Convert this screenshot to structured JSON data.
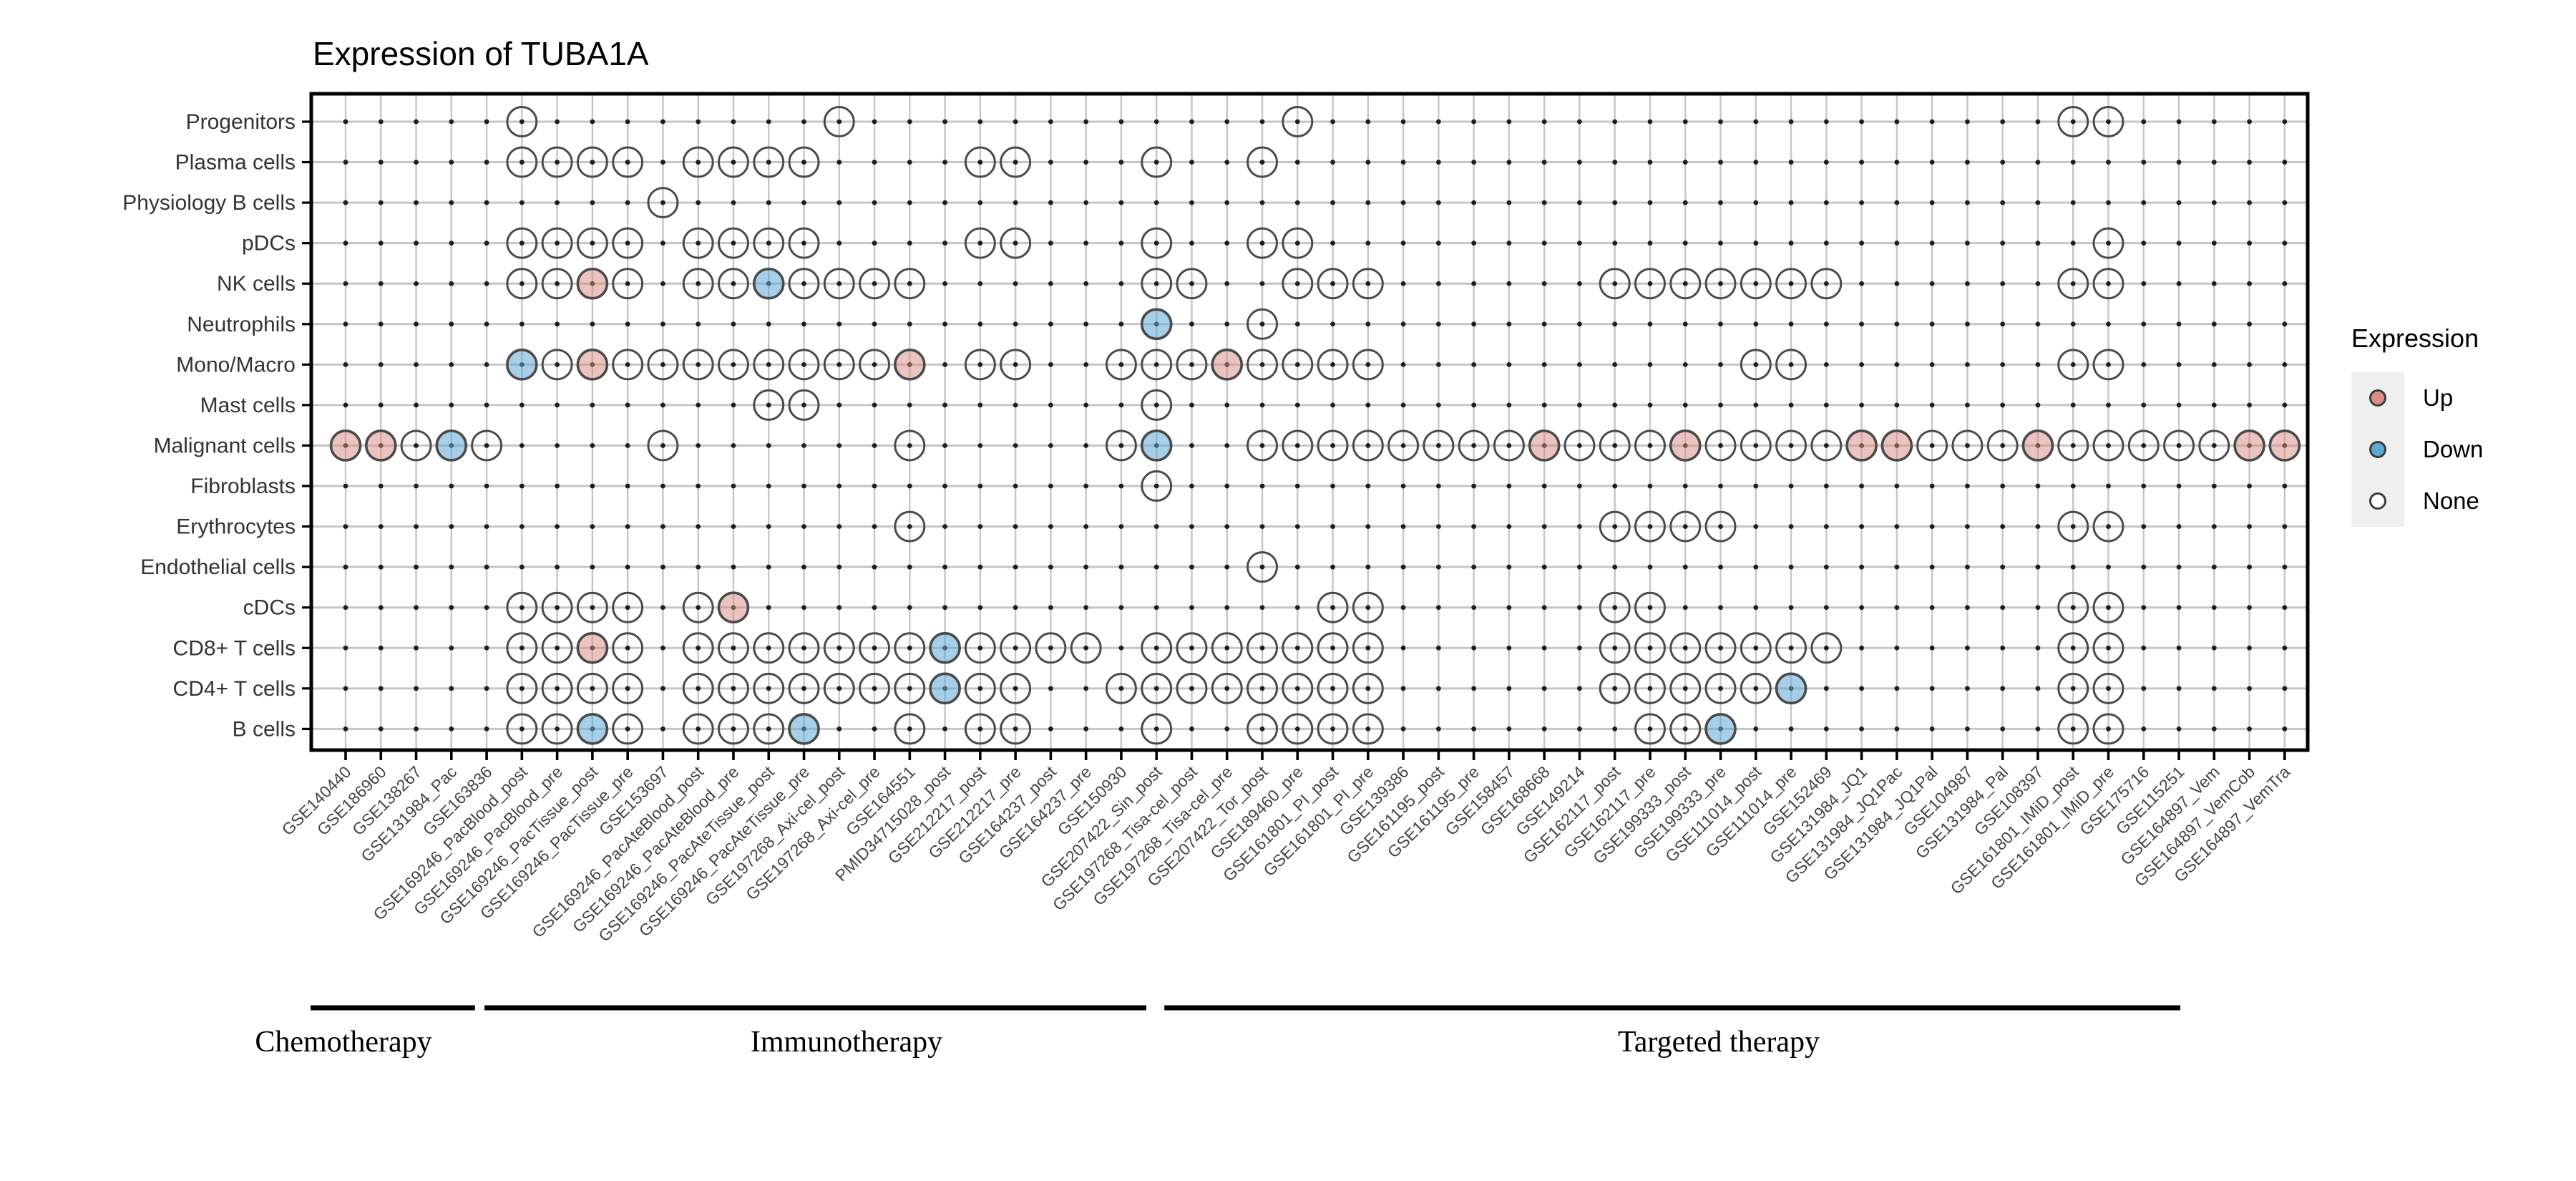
{
  "title": "Expression of TUBA1A",
  "legend": {
    "title": "Expression",
    "items": [
      {
        "label": "Up",
        "key": "up"
      },
      {
        "label": "Down",
        "key": "down"
      },
      {
        "label": "None",
        "key": "none"
      }
    ]
  },
  "chart_data": {
    "type": "dot-matrix",
    "title": "Expression of TUBA1A",
    "legend_title": "Expression",
    "legend_items": [
      "Up",
      "Down",
      "None"
    ],
    "colors": {
      "up_legend": "#d98e85",
      "down_legend": "#5fa8d3",
      "none_fill": "#ffffff",
      "up_fill": "rgba(217,137,127,0.5)",
      "down_fill": "rgba(95,168,211,0.55)",
      "circle_stroke": "#4a4a4a",
      "grid": "#c6c6c6",
      "axis": "#000000"
    },
    "rows": [
      "Progenitors",
      "Plasma cells",
      "Physiology B cells",
      "pDCs",
      "NK cells",
      "Neutrophils",
      "Mono/Macro",
      "Mast cells",
      "Malignant cells",
      "Fibroblasts",
      "Erythrocytes",
      "Endothelial cells",
      "cDCs",
      "CD8+ T cells",
      "CD4+ T cells",
      "B cells"
    ],
    "columns": [
      "GSE140440",
      "GSE186960",
      "GSE138267",
      "GSE131984_Pac",
      "GSE163836",
      "GSE169246_PacBlood_post",
      "GSE169246_PacBlood_pre",
      "GSE169246_PacTissue_post",
      "GSE169246_PacTissue_pre",
      "GSE153697",
      "GSE169246_PacAteBlood_post",
      "GSE169246_PacAteBlood_pre",
      "GSE169246_PacAteTissue_post",
      "GSE169246_PacAteTissue_pre",
      "GSE197268_Axi-cel_post",
      "GSE197268_Axi-cel_pre",
      "GSE164551",
      "PMID34715028_post",
      "GSE212217_post",
      "GSE212217_pre",
      "GSE164237_post",
      "GSE164237_pre",
      "GSE150930",
      "GSE207422_Sin_post",
      "GSE197268_Tisa-cel_post",
      "GSE197268_Tisa-cel_pre",
      "GSE207422_Tor_post",
      "GSE189460_pre",
      "GSE161801_PI_post",
      "GSE161801_PI_pre",
      "GSE139386",
      "GSE161195_post",
      "GSE161195_pre",
      "GSE158457",
      "GSE168668",
      "GSE149214",
      "GSE162117_post",
      "GSE162117_pre",
      "GSE199333_post",
      "GSE199333_pre",
      "GSE111014_post",
      "GSE111014_pre",
      "GSE152469",
      "GSE131984_JQ1",
      "GSE131984_JQ1Pac",
      "GSE131984_JQ1Pal",
      "GSE104987",
      "GSE131984_Pal",
      "GSE108397",
      "GSE161801_IMiD_post",
      "GSE161801_IMiD_pre",
      "GSE175716",
      "GSE115251",
      "GSE164897_Vem",
      "GSE164897_VemCob",
      "GSE164897_VemTra"
    ],
    "groups": [
      {
        "label": "Chemotherapy",
        "cols": [
          1,
          4
        ]
      },
      {
        "label": "Immunotherapy",
        "cols": [
          5,
          23
        ]
      },
      {
        "label": "Targeted therapy",
        "cols": [
          24,
          53
        ]
      }
    ],
    "cells": {
      "Progenitors": {
        "up": [],
        "down": [],
        "none": [
          6,
          15,
          28,
          50,
          51
        ]
      },
      "Plasma cells": {
        "up": [],
        "down": [],
        "none": [
          6,
          7,
          8,
          9,
          11,
          12,
          13,
          14,
          19,
          20,
          24,
          27
        ]
      },
      "Physiology B cells": {
        "up": [],
        "down": [],
        "none": [
          10
        ]
      },
      "pDCs": {
        "up": [],
        "down": [],
        "none": [
          6,
          7,
          8,
          9,
          11,
          12,
          13,
          14,
          19,
          20,
          24,
          27,
          28,
          51
        ]
      },
      "NK cells": {
        "up": [
          8
        ],
        "down": [
          13
        ],
        "none": [
          6,
          7,
          9,
          11,
          12,
          14,
          15,
          16,
          17,
          24,
          25,
          28,
          29,
          30,
          37,
          38,
          39,
          40,
          41,
          42,
          43,
          50,
          51
        ]
      },
      "Neutrophils": {
        "up": [],
        "down": [
          24
        ],
        "none": [
          27
        ]
      },
      "Mono/Macro": {
        "up": [
          8,
          17,
          26
        ],
        "down": [
          6
        ],
        "none": [
          7,
          9,
          10,
          11,
          12,
          13,
          14,
          15,
          16,
          19,
          20,
          23,
          24,
          25,
          27,
          28,
          29,
          30,
          41,
          42,
          50,
          51
        ]
      },
      "Mast cells": {
        "up": [],
        "down": [],
        "none": [
          13,
          14,
          24
        ]
      },
      "Malignant cells": {
        "up": [
          1,
          2,
          35,
          39,
          44,
          45,
          49,
          55,
          56
        ],
        "down": [
          4,
          24
        ],
        "none": [
          3,
          5,
          10,
          17,
          23,
          27,
          28,
          29,
          30,
          31,
          32,
          33,
          34,
          36,
          37,
          38,
          40,
          41,
          42,
          43,
          46,
          47,
          48,
          50,
          51,
          52,
          53,
          54
        ]
      },
      "Fibroblasts": {
        "up": [],
        "down": [],
        "none": [
          24
        ]
      },
      "Erythrocytes": {
        "up": [],
        "down": [],
        "none": [
          17,
          37,
          38,
          39,
          40,
          50,
          51
        ]
      },
      "Endothelial cells": {
        "up": [],
        "down": [],
        "none": [
          27
        ]
      },
      "cDCs": {
        "up": [
          12
        ],
        "down": [],
        "none": [
          6,
          7,
          8,
          9,
          11,
          29,
          30,
          37,
          38,
          50,
          51
        ]
      },
      "CD8+ T cells": {
        "up": [
          8
        ],
        "down": [
          18
        ],
        "none": [
          6,
          7,
          9,
          11,
          12,
          13,
          14,
          15,
          16,
          17,
          19,
          20,
          21,
          22,
          24,
          25,
          26,
          27,
          28,
          29,
          30,
          37,
          38,
          39,
          40,
          41,
          42,
          43,
          50,
          51
        ]
      },
      "CD4+ T cells": {
        "up": [],
        "down": [
          18,
          42
        ],
        "none": [
          6,
          7,
          8,
          9,
          11,
          12,
          13,
          14,
          15,
          16,
          17,
          19,
          20,
          23,
          24,
          25,
          26,
          27,
          28,
          29,
          30,
          37,
          38,
          39,
          40,
          41,
          50,
          51
        ]
      },
      "B cells": {
        "up": [],
        "down": [
          8,
          14,
          40
        ],
        "none": [
          6,
          7,
          9,
          11,
          12,
          13,
          17,
          19,
          20,
          24,
          27,
          28,
          29,
          30,
          38,
          39,
          50,
          51
        ]
      }
    }
  }
}
